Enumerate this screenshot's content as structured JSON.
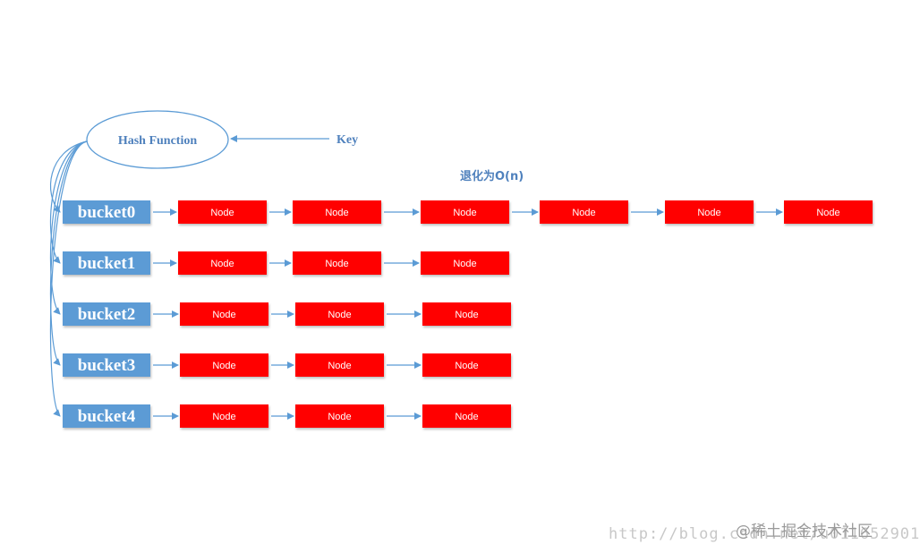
{
  "hash_function": {
    "label": "Hash Function"
  },
  "key": {
    "label": "Key"
  },
  "annotation": {
    "label": "退化为O(n)"
  },
  "node_label": "Node",
  "buckets": [
    {
      "label": "bucket0",
      "node_count": 6
    },
    {
      "label": "bucket1",
      "node_count": 3
    },
    {
      "label": "bucket2",
      "node_count": 3
    },
    {
      "label": "bucket3",
      "node_count": 3
    },
    {
      "label": "bucket4",
      "node_count": 3
    }
  ],
  "watermark": {
    "url": "http://blog.csdn.net/u011652901",
    "site": "@稀土掘金技术社区"
  },
  "colors": {
    "bucket_fill": "#5b9bd5",
    "node_fill": "#ff0000",
    "arrow": "#5b9bd5",
    "text_blue": "#4f81bd",
    "ellipse_stroke": "#5b9bd5"
  }
}
